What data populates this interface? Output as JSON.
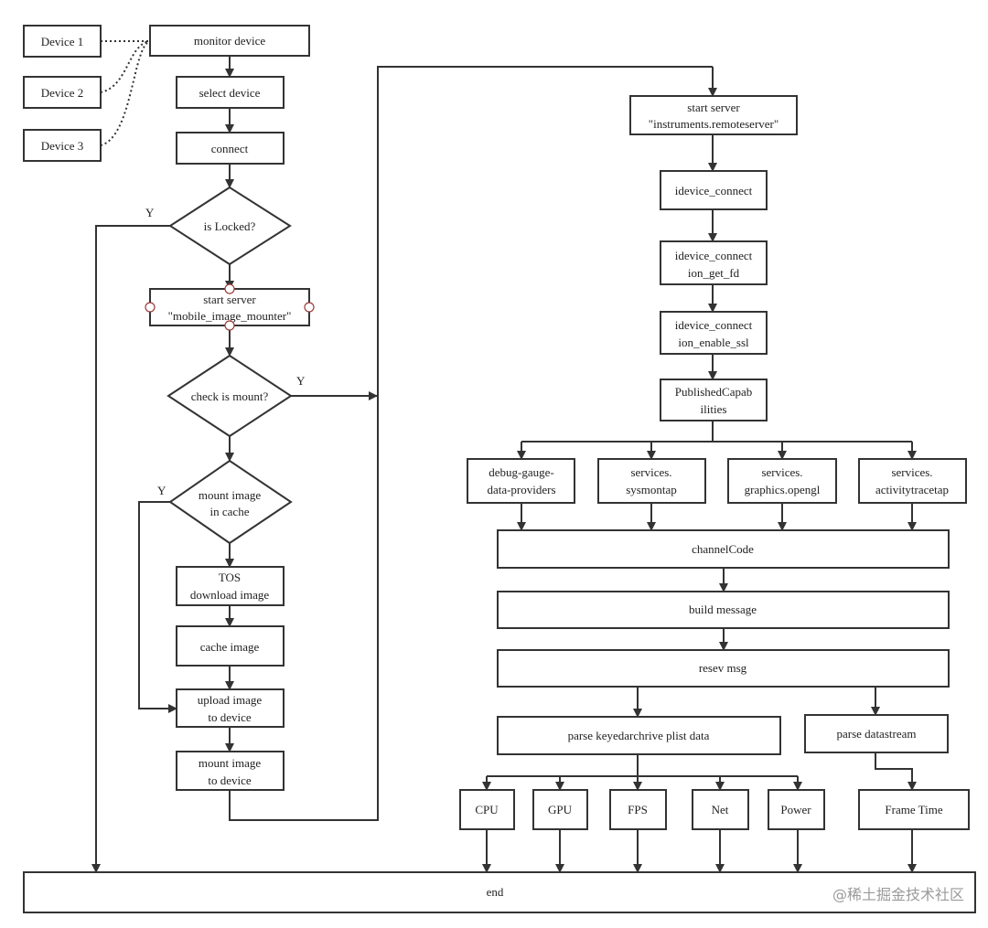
{
  "nodes": {
    "device1": "Device 1",
    "device2": "Device 2",
    "device3": "Device 3",
    "monitor": "monitor device",
    "select": "select device",
    "connect": "connect",
    "is_locked": "is Locked?",
    "start_mim": [
      "start server",
      "\"mobile_image_mounter\""
    ],
    "check_mount": "check is mount?",
    "mount_cache": [
      "mount image",
      "in cache"
    ],
    "tos_download": [
      "TOS",
      "download image"
    ],
    "cache_image": "cache image",
    "upload_image": [
      "upload image",
      "to device"
    ],
    "mount_to_device": [
      "mount image",
      "to device"
    ],
    "start_remote": [
      "start server",
      "\"instruments.remoteserver\""
    ],
    "idevice_connect": "idevice_connect",
    "get_fd": [
      "idevice_connect",
      "ion_get_fd"
    ],
    "enable_ssl": [
      "idevice_connect",
      "ion_enable_ssl"
    ],
    "published": [
      "PublishedCapab",
      "ilities"
    ],
    "debug_gauge": [
      "debug-gauge-",
      "data-providers"
    ],
    "sysmontap": [
      "services.",
      "sysmontap"
    ],
    "opengl": [
      "services.",
      "graphics.opengl"
    ],
    "activity": [
      "services.",
      "activitytracetap"
    ],
    "channel_code": "channelCode",
    "build_message": "build message",
    "resev_msg": "resev msg",
    "parse_keyed": "parse keyedarchrive plist data",
    "parse_stream": "parse datastream",
    "cpu": "CPU",
    "gpu": "GPU",
    "fps": "FPS",
    "net": "Net",
    "power": "Power",
    "frame_time": "Frame Time",
    "end": "end"
  },
  "edge_labels": {
    "locked_yes": "Y",
    "mount_yes": "Y",
    "cache_yes": "Y"
  },
  "watermark": "@稀土掘金技术社区",
  "colors": {
    "stroke": "#333333",
    "port": "#9a3b3b",
    "watermark": "#9a9a9a"
  }
}
